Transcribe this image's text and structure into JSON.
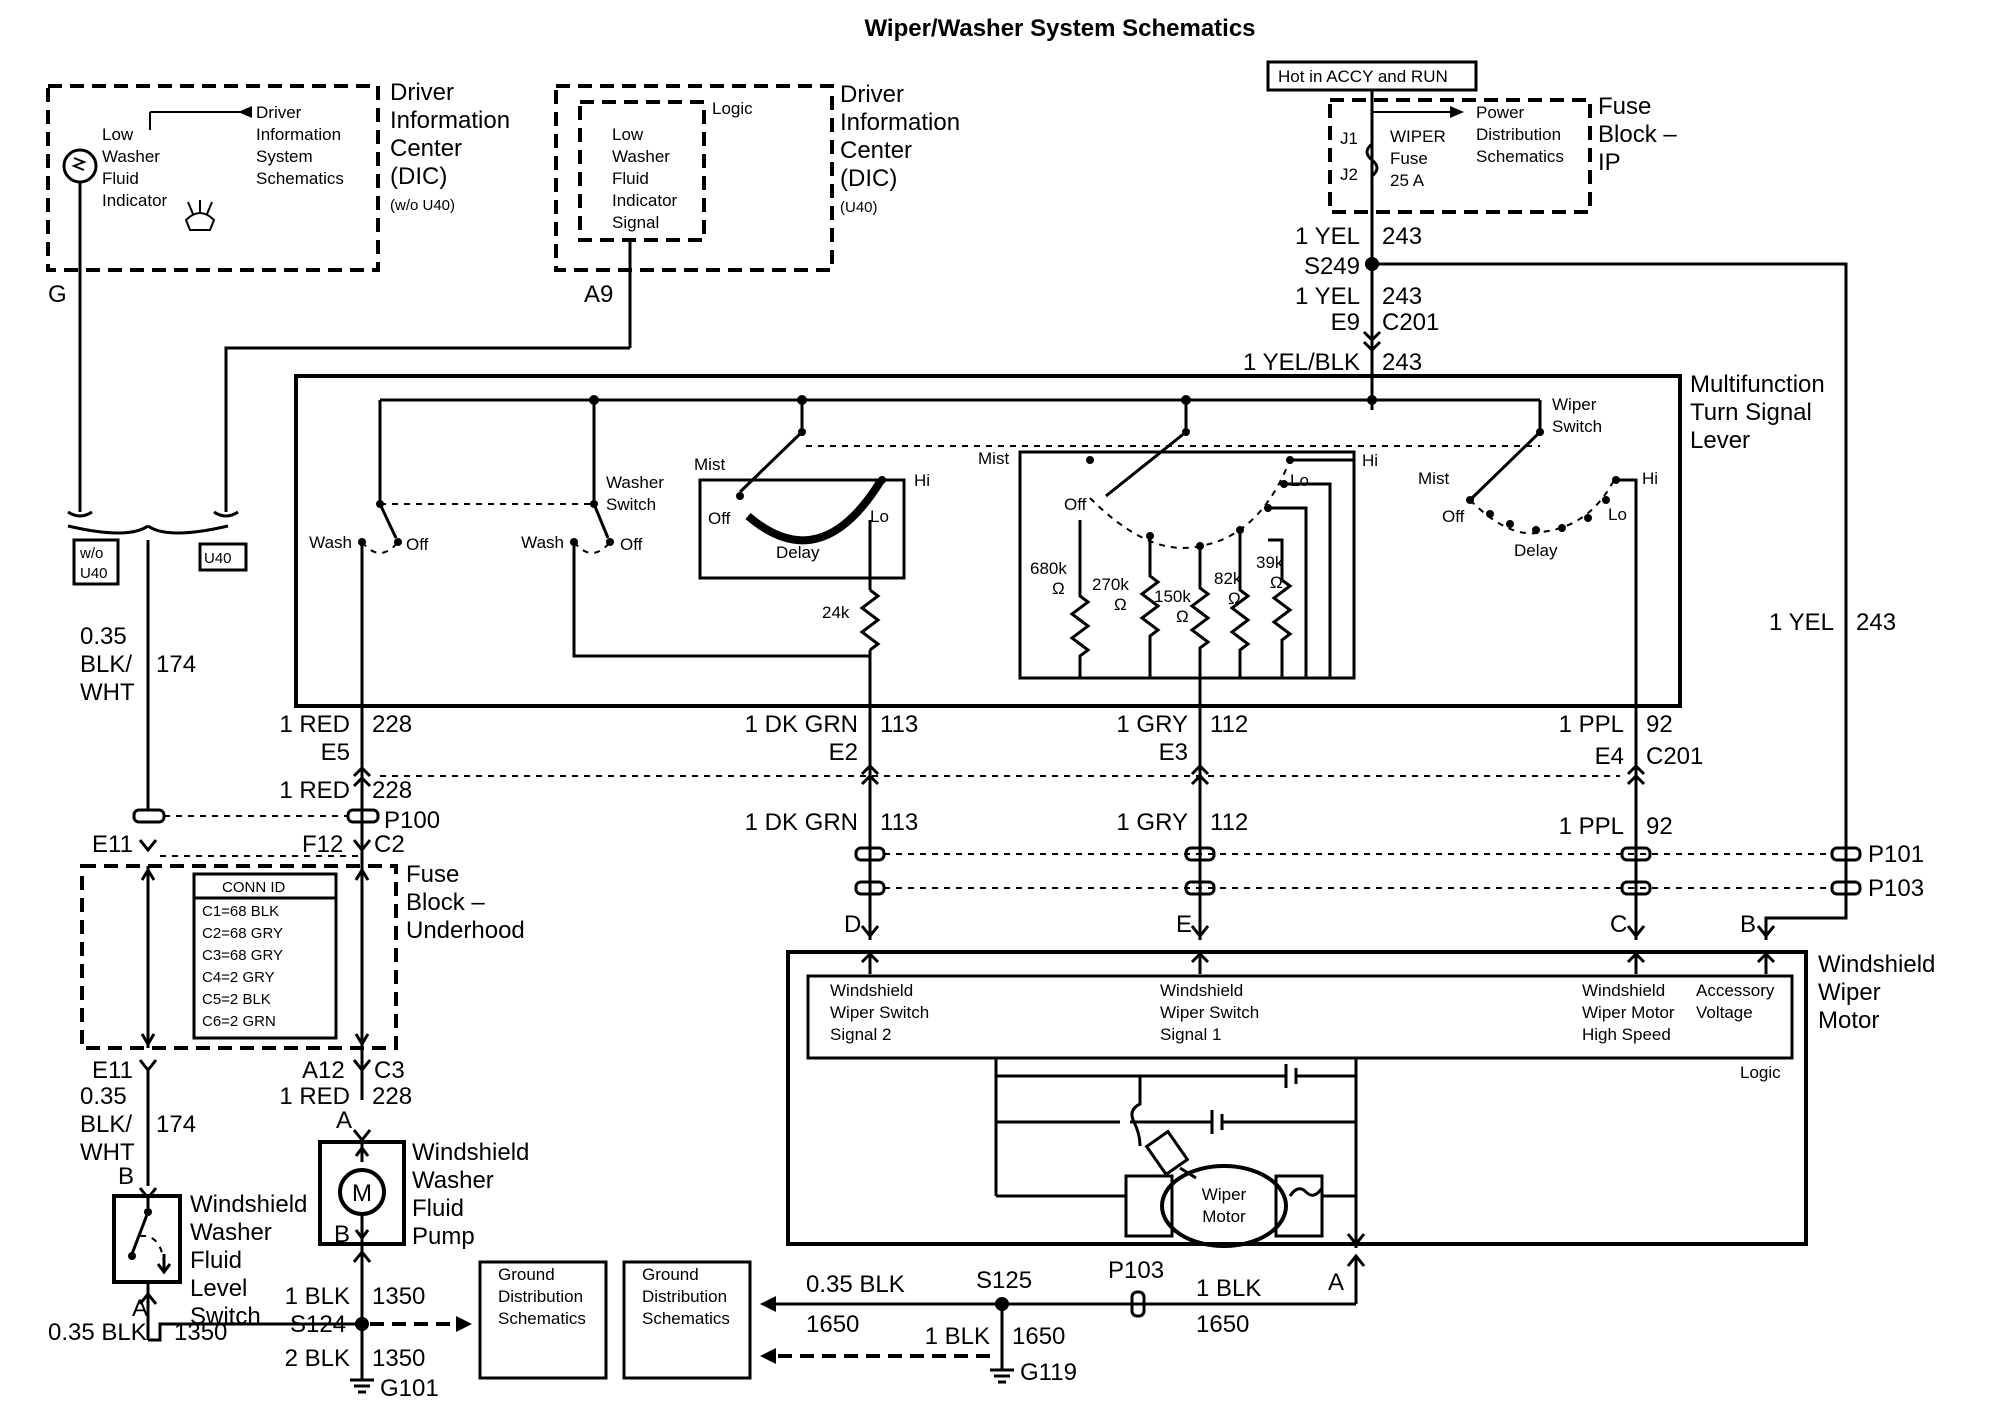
{
  "title": "Wiper/Washer System Schematics",
  "dic_wo_u40": {
    "title": [
      "Driver",
      "Information",
      "Center",
      "(DIC)"
    ],
    "variant": "(w/o U40)",
    "indicator": [
      "Low",
      "Washer",
      "Fluid",
      "Indicator"
    ],
    "arrow_text": [
      "Driver",
      "Information",
      "System",
      "Schematics"
    ],
    "pin": "G"
  },
  "dic_u40": {
    "title": [
      "Driver",
      "Information",
      "Center",
      "(DIC)"
    ],
    "variant": "(U40)",
    "logic": "Logic",
    "signal": [
      "Low",
      "Washer",
      "Fluid",
      "Indicator",
      "Signal"
    ],
    "pin": "A9"
  },
  "option_tags": {
    "wo_u40": [
      "w/o",
      "U40"
    ],
    "u40": "U40"
  },
  "hot_label": "Hot in ACCY and RUN",
  "fuse_block_ip": {
    "title": [
      "Fuse",
      "Block –",
      "IP"
    ],
    "j1": "J1",
    "j2": "J2",
    "fuse": [
      "WIPER",
      "Fuse",
      "25 A"
    ],
    "power": [
      "Power",
      "Distribution",
      "Schematics"
    ]
  },
  "feed": {
    "w1": "1 YEL",
    "c1": "243",
    "splice": "S249",
    "w2": "1 YEL",
    "c2": "243",
    "pin": "E9",
    "conn": "C201",
    "w3": "1 YEL/BLK",
    "c3": "243"
  },
  "mfl": {
    "title": [
      "Multifunction",
      "Turn Signal",
      "Lever"
    ],
    "washer_switch": [
      "Washer",
      "Switch"
    ],
    "wiper_switch": [
      "Wiper",
      "Switch"
    ],
    "wash": "Wash",
    "off": "Off",
    "mist": "Mist",
    "hi": "Hi",
    "lo": "Lo",
    "delay": "Delay",
    "r24k": "24k",
    "r680k": "680k",
    "r270k": "270k",
    "r150k": "150k",
    "r82k": "82k",
    "r39k": "39k",
    "ohm": "Ω"
  },
  "circuits": {
    "red_a": {
      "w": "1 RED",
      "c": "228",
      "pin": "E5"
    },
    "red_b": {
      "w": "1 RED",
      "c": "228",
      "conn": "P100"
    },
    "grn_a": {
      "w": "1 DK GRN",
      "c": "113",
      "pin": "E2"
    },
    "grn_b": {
      "w": "1 DK GRN",
      "c": "113",
      "pin": "D"
    },
    "gry_a": {
      "w": "1 GRY",
      "c": "112",
      "pin": "E3"
    },
    "gry_b": {
      "w": "1 GRY",
      "c": "112",
      "pin": "E"
    },
    "ppl_a": {
      "w": "1 PPL",
      "c": "92",
      "pin": "E4",
      "conn": "C201"
    },
    "ppl_b": {
      "w": "1 PPL",
      "c": "92",
      "pin": "C"
    },
    "yel_right": {
      "w": "1 YEL",
      "c": "243",
      "pin": "B"
    },
    "p101": "P101",
    "p103": "P103",
    "blkwht_top": {
      "w": [
        "0.35",
        "BLK/",
        "WHT"
      ],
      "c": "174"
    },
    "blkwht_bot": {
      "w": [
        "0.35",
        "BLK/",
        "WHT"
      ],
      "c": "174"
    }
  },
  "fuse_block_uh": {
    "title": [
      "Fuse",
      "Block –",
      "Underhood"
    ],
    "conn_id_title": "CONN ID",
    "conn_ids": [
      "C1=68 BLK",
      "C2=68 GRY",
      "C3=68 GRY",
      "C4=2 GRY",
      "C5=2 BLK",
      "C6=2 GRN"
    ],
    "e11_top": "E11",
    "f12": "F12",
    "c2": "C2",
    "e11_bot": "E11",
    "a12": "A12",
    "c3": "C3"
  },
  "pump": {
    "title": [
      "Windshield",
      "Washer",
      "Fluid",
      "Pump"
    ],
    "m": "M",
    "pin_a": "A",
    "pin_b": "B",
    "red_w": "1 RED",
    "red_c": "228"
  },
  "level_switch": {
    "title": [
      "Windshield",
      "Washer",
      "Fluid",
      "Level",
      "Switch"
    ],
    "pin_b": "B",
    "pin_a": "A"
  },
  "grounds_left": {
    "blk1_w": "1 BLK",
    "blk1_c": "1350",
    "blk035_w": "0.35 BLK",
    "blk035_c": "1350",
    "splice": "S124",
    "blk2_w": "2 BLK",
    "blk2_c": "1350",
    "ground": "G101",
    "gds": [
      "Ground",
      "Distribution",
      "Schematics"
    ]
  },
  "grounds_right": {
    "gds": [
      "Ground",
      "Distribution",
      "Schematics"
    ],
    "w1": "0.35 BLK",
    "c1": "1650",
    "splice": "S125",
    "conn": "P103",
    "w2": "1 BLK",
    "c2": "1650",
    "w3": "1 BLK",
    "c3": "1650",
    "ground": "G119"
  },
  "wiper_motor": {
    "title": [
      "Windshield",
      "Wiper",
      "Motor"
    ],
    "sig2": [
      "Windshield",
      "Wiper Switch",
      "Signal 2"
    ],
    "sig1": [
      "Windshield",
      "Wiper Switch",
      "Signal 1"
    ],
    "high": [
      "Windshield",
      "Wiper Motor",
      "High Speed"
    ],
    "acc": [
      "Accessory",
      "Voltage"
    ],
    "logic": "Logic",
    "motor": [
      "Wiper",
      "Motor"
    ],
    "pin_a": "A"
  }
}
